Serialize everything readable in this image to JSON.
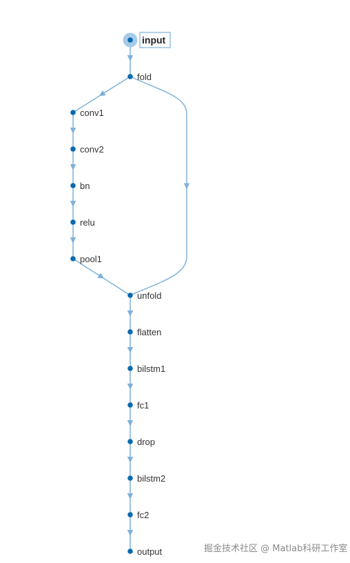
{
  "colors": {
    "node": "#0a6aae",
    "edge": "#7fb1d8",
    "arrow": "#7fb1d8",
    "selected_halo": "#a7cbe8",
    "label_box": "#7fb1d8",
    "text": "#333333"
  },
  "graph": {
    "nodes": [
      {
        "id": "input",
        "label": "input",
        "selected": true
      },
      {
        "id": "fold",
        "label": "fold"
      },
      {
        "id": "conv1",
        "label": "conv1"
      },
      {
        "id": "conv2",
        "label": "conv2"
      },
      {
        "id": "bn",
        "label": "bn"
      },
      {
        "id": "relu",
        "label": "relu"
      },
      {
        "id": "pool1",
        "label": "pool1"
      },
      {
        "id": "unfold",
        "label": "unfold"
      },
      {
        "id": "flatten",
        "label": "flatten"
      },
      {
        "id": "bilstm1",
        "label": "bilstm1"
      },
      {
        "id": "fc1",
        "label": "fc1"
      },
      {
        "id": "drop",
        "label": "drop"
      },
      {
        "id": "bilstm2",
        "label": "bilstm2"
      },
      {
        "id": "fc2",
        "label": "fc2"
      },
      {
        "id": "output",
        "label": "output"
      }
    ],
    "edges": [
      [
        "input",
        "fold"
      ],
      [
        "fold",
        "conv1"
      ],
      [
        "conv1",
        "conv2"
      ],
      [
        "conv2",
        "bn"
      ],
      [
        "bn",
        "relu"
      ],
      [
        "relu",
        "pool1"
      ],
      [
        "pool1",
        "unfold"
      ],
      [
        "fold",
        "unfold"
      ],
      [
        "unfold",
        "flatten"
      ],
      [
        "flatten",
        "bilstm1"
      ],
      [
        "bilstm1",
        "fc1"
      ],
      [
        "fc1",
        "drop"
      ],
      [
        "drop",
        "bilstm2"
      ],
      [
        "bilstm2",
        "fc2"
      ],
      [
        "fc2",
        "output"
      ]
    ]
  },
  "watermark": "掘金技术社区 @ Matlab科研工作室"
}
